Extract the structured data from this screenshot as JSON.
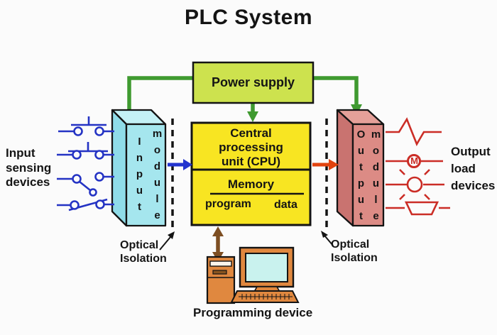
{
  "title": "PLC System",
  "power_supply": {
    "label": "Power supply"
  },
  "cpu": {
    "lines": [
      "Central",
      "processing",
      "unit (CPU)"
    ],
    "memory_label": "Memory",
    "program_label": "program",
    "data_label": "data"
  },
  "input_module": {
    "word_left": "Input",
    "word_right": "module"
  },
  "output_module": {
    "word_left": "Output",
    "word_right": "module"
  },
  "side_labels": {
    "input": {
      "lines": [
        "Input",
        "sensing",
        "devices"
      ]
    },
    "output": {
      "lines": [
        "Output",
        "load",
        "devices"
      ]
    }
  },
  "optical_isolation_left": {
    "lines": [
      "Optical",
      "Isolation"
    ]
  },
  "optical_isolation_right": {
    "lines": [
      "Optical",
      "Isolation"
    ]
  },
  "programming_device": {
    "label": "Programming device"
  },
  "symbols": {
    "motor_label": "M",
    "input_devices": [
      "pushbutton-no",
      "pushbutton-nc",
      "limit-switch",
      "knife-switch"
    ],
    "output_devices": [
      "resistor",
      "motor",
      "lamp",
      "horn"
    ]
  },
  "colors": {
    "background": "#fbfbfb",
    "line_black": "#141414",
    "power_supply_fill": "#cde24e",
    "cpu_fill": "#f8e522",
    "input_front": "#a5e6ee",
    "input_top": "#c4f1f6",
    "input_side": "#8fdce8",
    "output_front": "#dc8b85",
    "output_top": "#e5a099",
    "output_side": "#c97370",
    "green_arrow": "#3f9a30",
    "blue_arrow": "#2334cf",
    "red_arrow": "#e2430e",
    "brown_arrow": "#7d4e22",
    "wire_blue": "#2433c4",
    "wire_red": "#cb2d26",
    "device_orange": "#e0883f",
    "screen_cyan": "#c9f2ee",
    "slot_light": "#fdf6ec",
    "slot_dark": "#8a5520"
  }
}
